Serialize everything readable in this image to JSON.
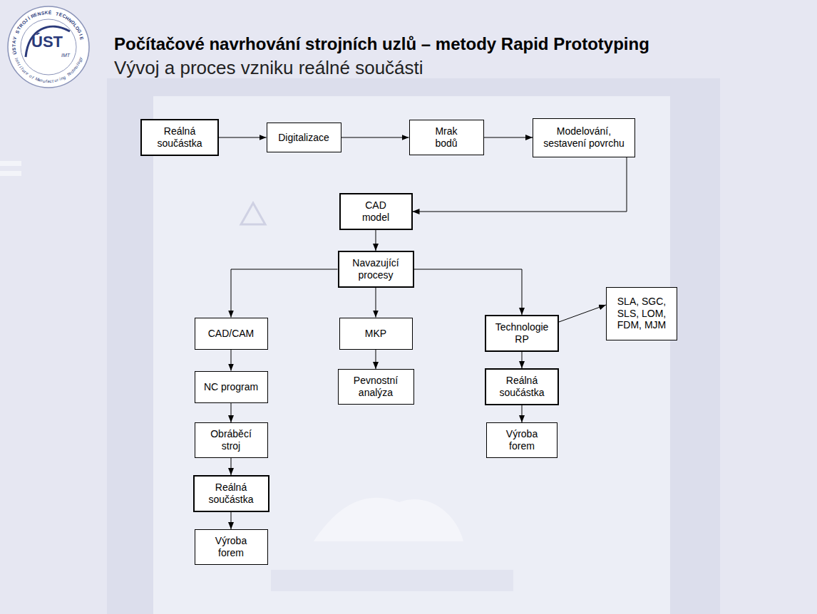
{
  "diagram": {
    "title": "Počítačové navrhování strojních uzlů – metody Rapid Prototyping",
    "nodes": [
      {
        "text": [
          "Reálná součástka"
        ]
      },
      {
        "text": [
          "Digitalizace"
        ]
      },
      {
        "text": [
          "Mrak bodů"
        ]
      },
      {
        "text": [
          "Modelování, sestavení povrchu"
        ]
      },
      {
        "text": [
          "CAD model"
        ]
      },
      {
        "text": [
          "Navazující procesy"
        ]
      },
      {
        "text": [
          "CAD/CAM"
        ]
      },
      {
        "text": [
          "MKP"
        ]
      },
      {
        "text": [
          "Technologie RP"
        ]
      },
      {
        "text": [
          "SLA, SGC, SLS, LOM, FDM, MJM"
        ]
      },
      {
        "text": [
          "NC program"
        ]
      },
      {
        "text": [
          "Pevnostní analýza"
        ]
      },
      {
        "text": [
          "Reálná součástka"
        ]
      },
      {
        "text": [
          "Obráběcí stroj"
        ]
      },
      {
        "text": [
          "Výroba forem"
        ]
      },
      {
        "text": [
          "Reálná součástka"
        ]
      },
      {
        "text": [
          "Výroba forem"
        ]
      }
    ],
    "edges": [
      {
        "from": 0,
        "to": 1,
        "arrow": "to"
      },
      {
        "from": 1,
        "to": 2,
        "arrow": "to"
      },
      {
        "from": 2,
        "to": 3,
        "arrow": "to"
      },
      {
        "from": 3,
        "to": 4,
        "arrow": "to"
      },
      {
        "from": 4,
        "to": 5,
        "arrow": "to"
      },
      {
        "from": 5,
        "to": 6,
        "arrow": "to"
      },
      {
        "from": 5,
        "to": 7,
        "arrow": "to"
      },
      {
        "from": 5,
        "to": 8,
        "arrow": "to"
      },
      {
        "from": 8,
        "to": 9,
        "arrow": "to"
      },
      {
        "from": 6,
        "to": 10,
        "arrow": "to"
      },
      {
        "from": 10,
        "to": 13,
        "arrow": "to"
      },
      {
        "from": 13,
        "to": 15,
        "arrow": "to"
      },
      {
        "from": 15,
        "to": 16,
        "arrow": "to"
      },
      {
        "from": 7,
        "to": 11,
        "arrow": "to"
      },
      {
        "from": 8,
        "to": 12,
        "arrow": "to"
      },
      {
        "from": 12,
        "to": 14,
        "arrow": "to"
      }
    ],
    "labels": [
      "ÚSTAV STROJÍRENSKÉ TECHNOLOGIE",
      "ÚST",
      "IMT",
      "Institute of Manufacturing Technology",
      "Vývoj a proces vzniku reálné součásti"
    ]
  }
}
